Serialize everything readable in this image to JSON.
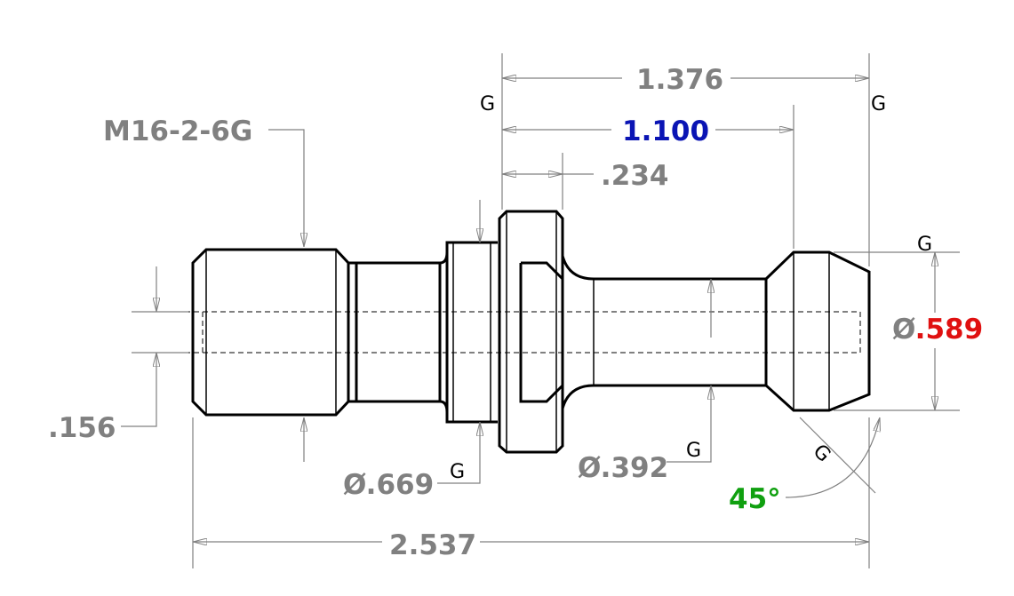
{
  "dimensions": {
    "thread_callout": "M16-2-6G",
    "overall_top": "1.376",
    "gauge_length": "1.100",
    "flange_thickness": ".234",
    "bore_diameter": ".156",
    "flange_diameter_prefix": "Ø",
    "flange_diameter": ".669",
    "neck_diameter_prefix": "Ø",
    "neck_diameter": ".392",
    "head_diameter_prefix": "Ø",
    "head_diameter": ".589",
    "head_angle": "45°",
    "overall_length": "2.537"
  },
  "gauge_marks": {
    "g1": "G",
    "g2": "G",
    "g3": "G",
    "g4": "G",
    "g5": "G",
    "g6": "G"
  },
  "colors": {
    "default_dim": "#808080",
    "gauge_length": "#0a14b4",
    "head_diameter": "#e01010",
    "head_angle": "#10a010",
    "geometry": "#000000"
  }
}
